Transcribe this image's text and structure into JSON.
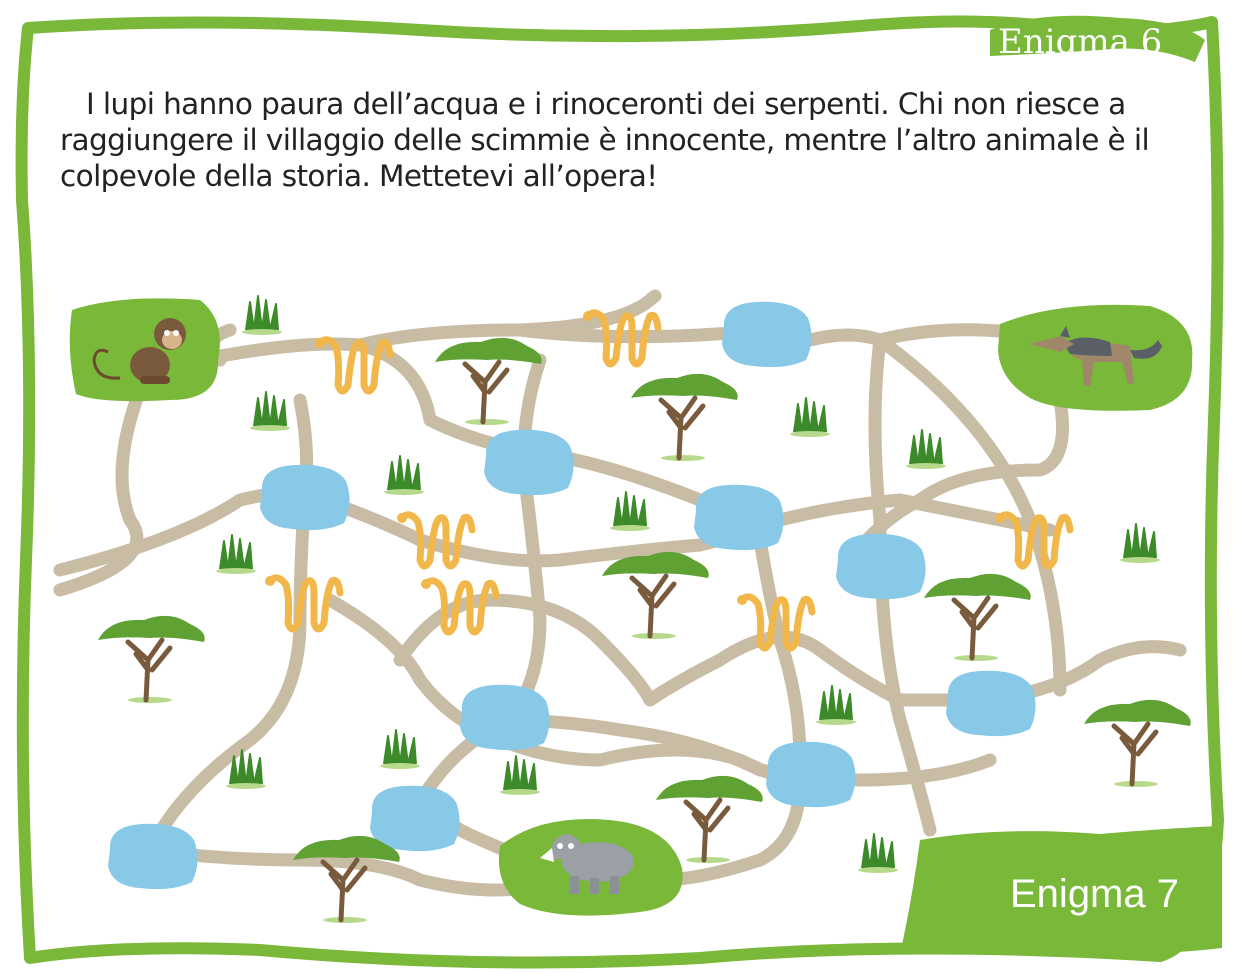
{
  "puzzle": {
    "top_title": "Enigma 6",
    "intro": "I lupi hanno paura dell’acqua e i rinoceronti dei serpenti. Chi non riesce a raggiungere il villaggio delle scimmie è innocente, mentre l’altro animale è il colpevole della storia. Mettetevi all’opera!",
    "bottom_title": "Enigma 7"
  },
  "map": {
    "icons": {
      "monkey": "monkey-icon",
      "wolf": "wolf-icon",
      "rhino": "rhino-icon",
      "snake": "snake-icon",
      "pond": "water-pond-icon",
      "tree": "acacia-tree-icon",
      "grass": "grass-tuft-icon"
    },
    "colors": {
      "frame_green": "#7ab83a",
      "path_tan": "#c8bca4",
      "water_blue": "#89c9e8",
      "snake_orange": "#f2b74a",
      "tree_green": "#5fa132",
      "trunk_brown": "#7a5a3c"
    }
  }
}
